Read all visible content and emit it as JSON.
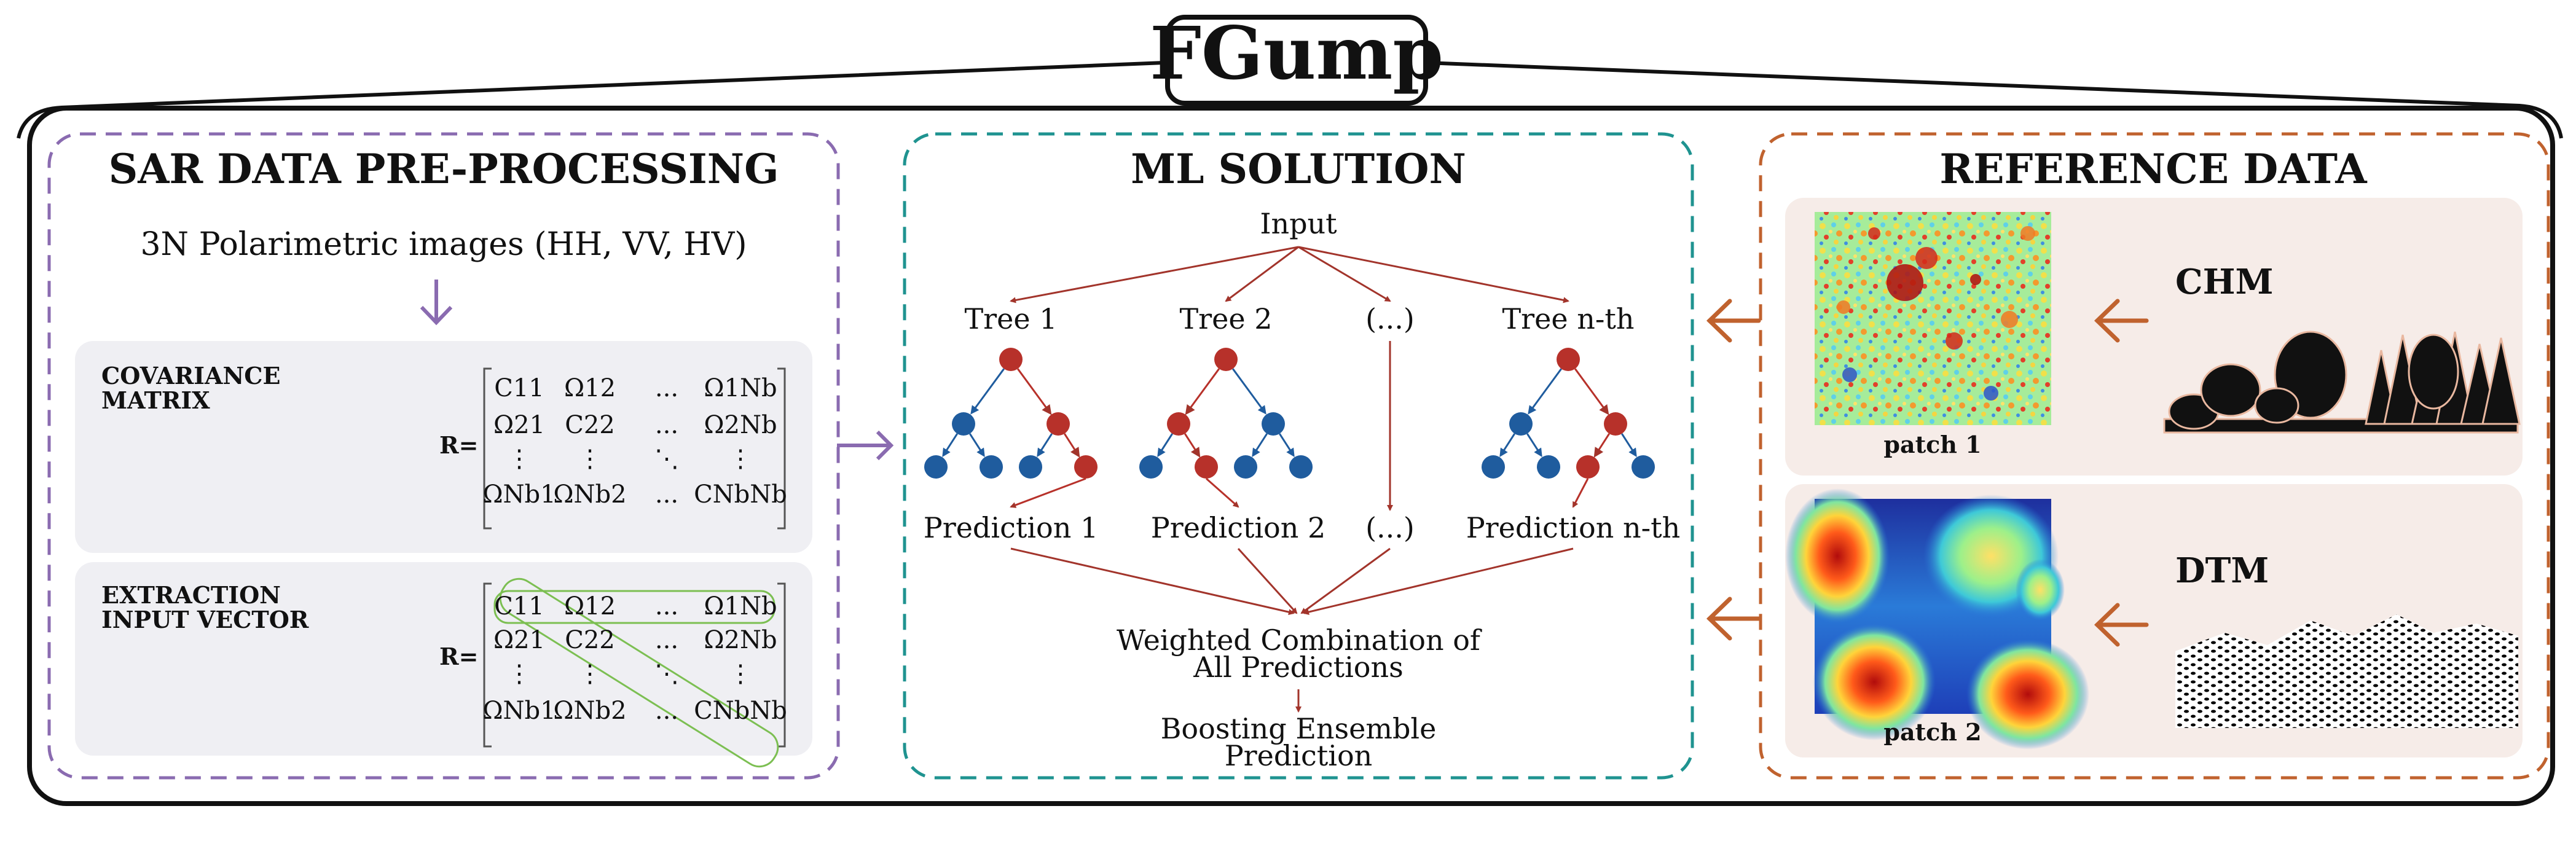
{
  "title": "FGump",
  "sections": {
    "sar": {
      "title": "SAR DATA PRE-PROCESSING",
      "input": "3N Polarimetric images (HH, VV, HV)",
      "card1": {
        "label_line1": "COVARIANCE",
        "label_line2": "MATRIX"
      },
      "card2": {
        "label_line1": "EXTRACTION",
        "label_line2": "INPUT VECTOR"
      },
      "matrix_lhs": "R=",
      "matrix": [
        [
          "C11",
          "Ω12",
          "...",
          "Ω1Nb"
        ],
        [
          "Ω21",
          "C22",
          "...",
          "Ω2Nb"
        ],
        [
          "⋮",
          "⋮",
          "⋱",
          "⋮"
        ],
        [
          "ΩNb1",
          "ΩNb2",
          "...",
          "CNbNb"
        ]
      ]
    },
    "ml": {
      "title": "ML SOLUTION",
      "input": "Input",
      "trees": [
        "Tree 1",
        "Tree 2",
        "(...)",
        "Tree n-th"
      ],
      "predictions": [
        "Prediction 1",
        "Prediction 2",
        "(...)",
        "Prediction n-th"
      ],
      "combination_line1": "Weighted Combination of",
      "combination_line2": "All Predictions",
      "output_line1": "Boosting Ensemble",
      "output_line2": "Prediction"
    },
    "ref": {
      "title": "REFERENCE DATA",
      "chm_label": "CHM",
      "dtm_label": "DTM",
      "patch1": "patch 1",
      "patch2": "patch 2"
    }
  },
  "colors": {
    "sar_border": "#8a6bb0",
    "ml_border": "#1f9390",
    "ref_border": "#c0622e",
    "tree_red": "#b7312a",
    "tree_blue": "#1f5c9e",
    "card_grey": "#efeff3",
    "card_pink": "#f6ece8",
    "matrix_highlight": "#7cbf52"
  }
}
